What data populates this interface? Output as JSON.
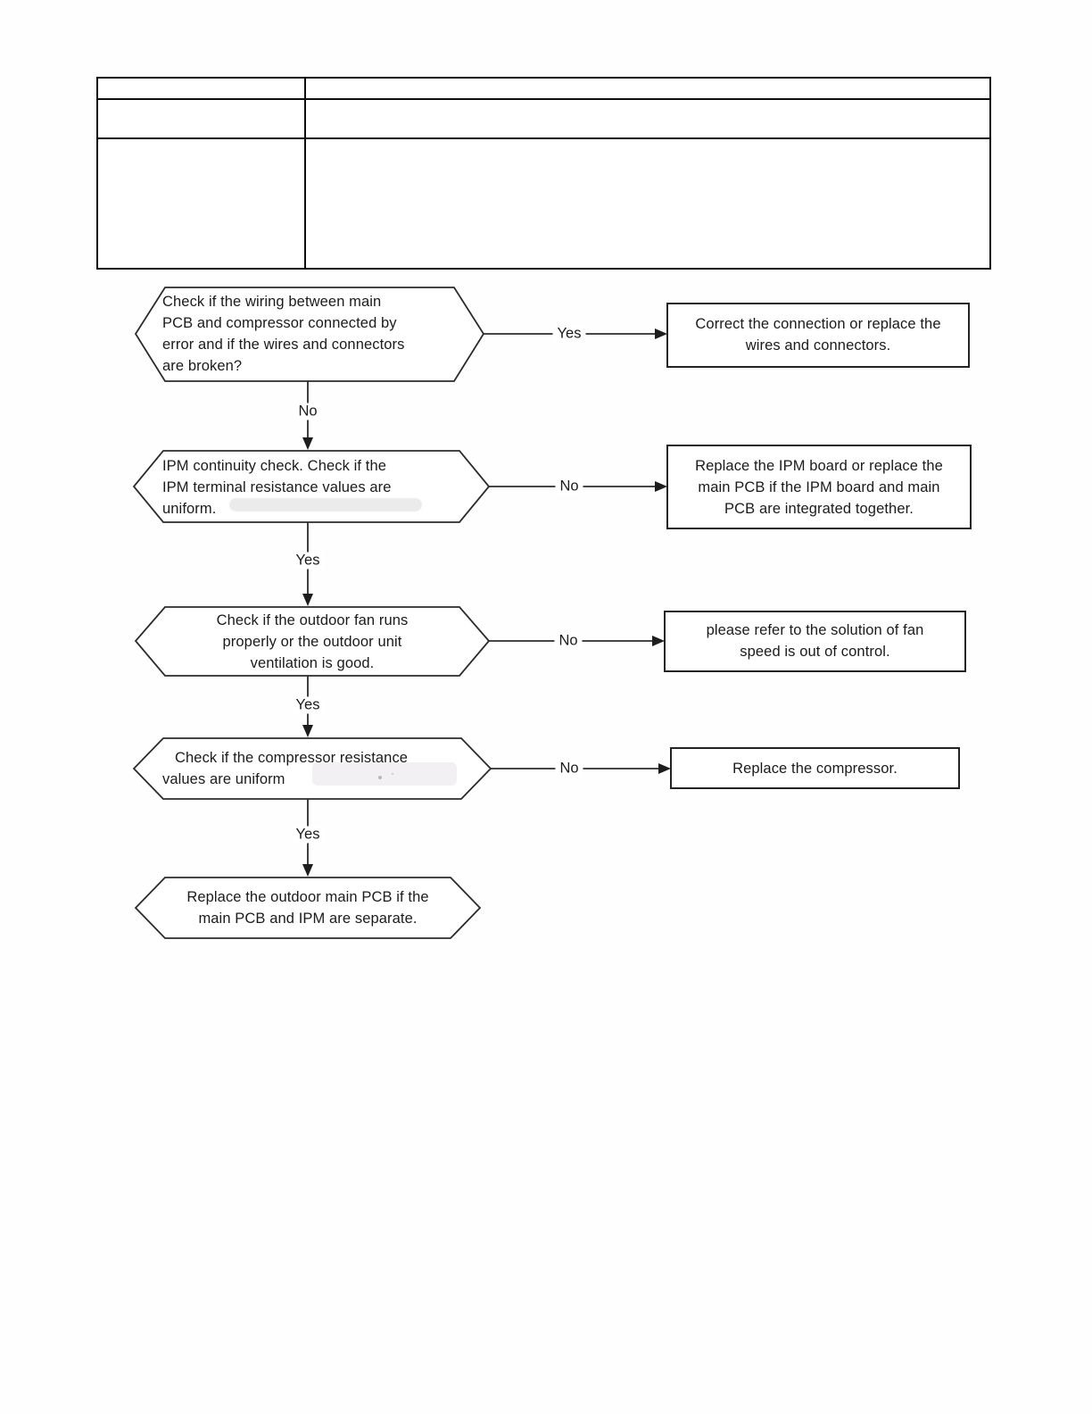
{
  "document": {
    "table": {
      "rows": [
        {
          "cells": [
            "",
            ""
          ]
        },
        {
          "cells": [
            "",
            ""
          ]
        },
        {
          "cells": [
            "",
            ""
          ]
        }
      ]
    },
    "flowchart": {
      "nodes": {
        "decision1": "Check if the wiring between main\nPCB and compressor connected by\nerror and if the wires and connectors\nare broken?",
        "action1": "Correct the connection or replace the\nwires and connectors.",
        "decision2": "IPM continuity check. Check if the\nIPM terminal resistance values are\nuniform.",
        "action2": "Replace the IPM board or replace the\nmain PCB if the IPM board and main\nPCB are integrated together.",
        "decision3": "Check if the outdoor fan runs\nproperly or the outdoor unit\nventilation is good.",
        "action3": "please refer to the solution of fan\nspeed is out of control.",
        "decision4": "Check if the compressor resistance\nvalues are uniform",
        "action4": "Replace the compressor.",
        "decision5": "Replace the outdoor main PCB if the\nmain PCB and IPM are separate."
      },
      "edges": {
        "d1_yes": "Yes",
        "d1_no": "No",
        "d2_no": "No",
        "d2_yes": "Yes",
        "d3_no": "No",
        "d3_yes": "Yes",
        "d4_no": "No",
        "d4_yes": "Yes"
      }
    },
    "colors": {
      "ink": "#1b1b1b",
      "line": "#2b2b2b",
      "table_border": "#0e0e0e",
      "background": "#ffffff",
      "redaction": "#ebebeb"
    }
  }
}
